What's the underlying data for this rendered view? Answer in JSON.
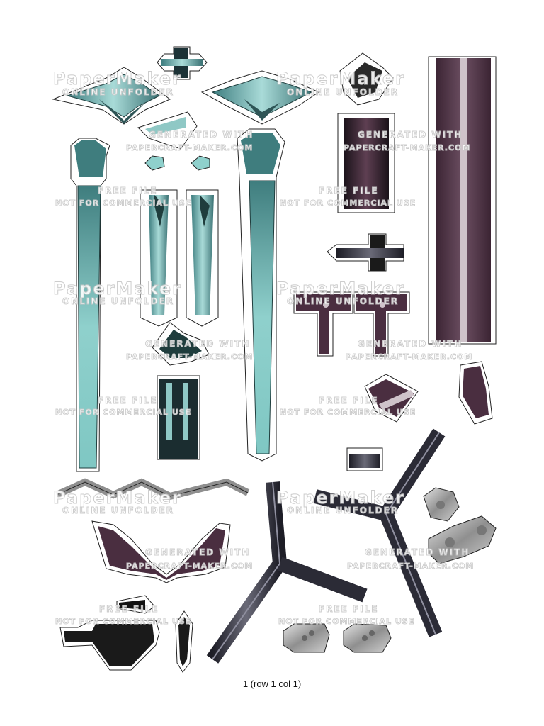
{
  "watermark": {
    "brand": "PaperMaker",
    "tagline": "ONLINE UNFOLDER",
    "generated": "GENERATED WITH",
    "site": "PAPERCRAFT-MAKER.COM",
    "free": "FREE FILE",
    "notice": "NOT FOR COMMERCIAL USE"
  },
  "page_label": "1 (row 1 col 1)",
  "colors": {
    "teal": "#7fbfbc",
    "teal_dark": "#2f5f60",
    "plum": "#4a2e40",
    "plum_light": "#8b6c7f",
    "dark_steel": "#2b2b36",
    "silver": "#b8b8b8"
  }
}
